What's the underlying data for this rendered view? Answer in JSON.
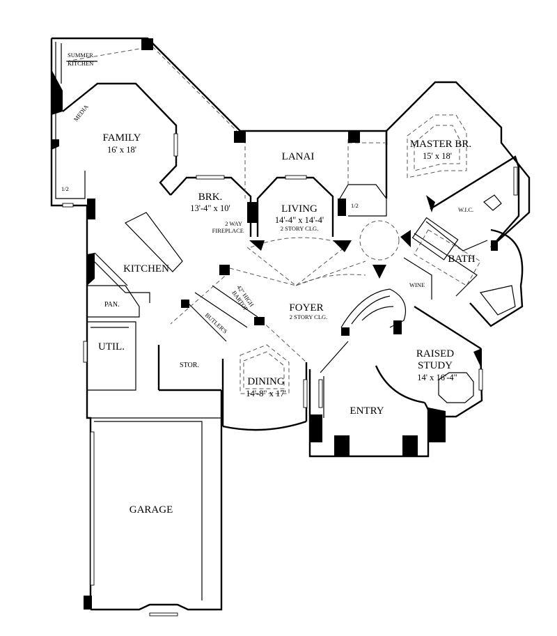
{
  "rooms": {
    "summer_kitchen": {
      "line1": "SUMMER",
      "line2": "KITCHEN"
    },
    "media": "MEDIA",
    "family": {
      "name": "FAMILY",
      "dims": "16' x 18'"
    },
    "half_bath_left": "1/2",
    "lanai": "LANAI",
    "brk": {
      "name": "BRK.",
      "dims": "13'-4\" x 10'"
    },
    "fireplace": {
      "line1": "2 WAY",
      "line2": "FIREPLACE"
    },
    "living": {
      "name": "LIVING",
      "dims": "14'-4\" x 14'-4'",
      "note": "2 STORY CLG."
    },
    "half_bath_center": "1/2",
    "master": {
      "name": "MASTER BR.",
      "dims": "15' x 18'"
    },
    "wic": "W.I.C.",
    "bath": "BATH",
    "kitchen": "KITCHEN",
    "bartop": {
      "line1": "42\" HIGH",
      "line2": "BARTOP"
    },
    "foyer": {
      "name": "FOYER",
      "note": "2 STORY CLG."
    },
    "wine": "WINE",
    "pan": "PAN.",
    "butlers": "BUTLER'S",
    "util": "UTIL.",
    "stor": "STOR.",
    "dining": {
      "name": "DINING",
      "dims": "14'-8\" x 17'"
    },
    "raised_study": {
      "line1": "RAISED",
      "line2": "STUDY",
      "dims": "14' x 16'-4\""
    },
    "entry": "ENTRY",
    "garage": "GARAGE"
  }
}
